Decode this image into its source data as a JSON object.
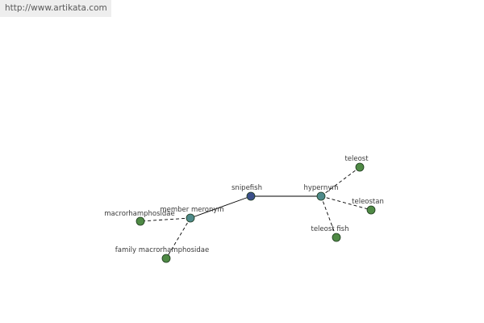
{
  "header": {
    "url_text": "http://www.artikata.com"
  },
  "graph": {
    "colors": {
      "center_node": "#3b4f8a",
      "relation_node": "#4e8a8a",
      "leaf_node": "#4f8a45",
      "node_stroke": "#1e3a1e",
      "edge": "#000000",
      "label": "#3a3a3a"
    },
    "nodes": [
      {
        "id": "snipefish",
        "label": "snipefish",
        "kind": "center"
      },
      {
        "id": "member-meronym",
        "label": "member meronym",
        "kind": "relation"
      },
      {
        "id": "hypernym",
        "label": "hypernym",
        "kind": "relation"
      },
      {
        "id": "macrorhamphosidae",
        "label": "macrorhamphosidae",
        "kind": "leaf"
      },
      {
        "id": "family-macrorhamphosidae",
        "label": "family macrorhamphosidae",
        "kind": "leaf"
      },
      {
        "id": "teleost",
        "label": "teleost",
        "kind": "leaf"
      },
      {
        "id": "teleostan",
        "label": "teleostan",
        "kind": "leaf"
      },
      {
        "id": "teleost-fish",
        "label": "teleost fish",
        "kind": "leaf"
      }
    ],
    "edges": [
      {
        "from": "snipefish",
        "to": "member-meronym",
        "style": "solid"
      },
      {
        "from": "snipefish",
        "to": "hypernym",
        "style": "solid"
      },
      {
        "from": "member-meronym",
        "to": "macrorhamphosidae",
        "style": "dashed"
      },
      {
        "from": "member-meronym",
        "to": "family-macrorhamphosidae",
        "style": "dashed"
      },
      {
        "from": "hypernym",
        "to": "teleost",
        "style": "dashed"
      },
      {
        "from": "hypernym",
        "to": "teleostan",
        "style": "dashed"
      },
      {
        "from": "hypernym",
        "to": "teleost-fish",
        "style": "dashed"
      }
    ]
  }
}
